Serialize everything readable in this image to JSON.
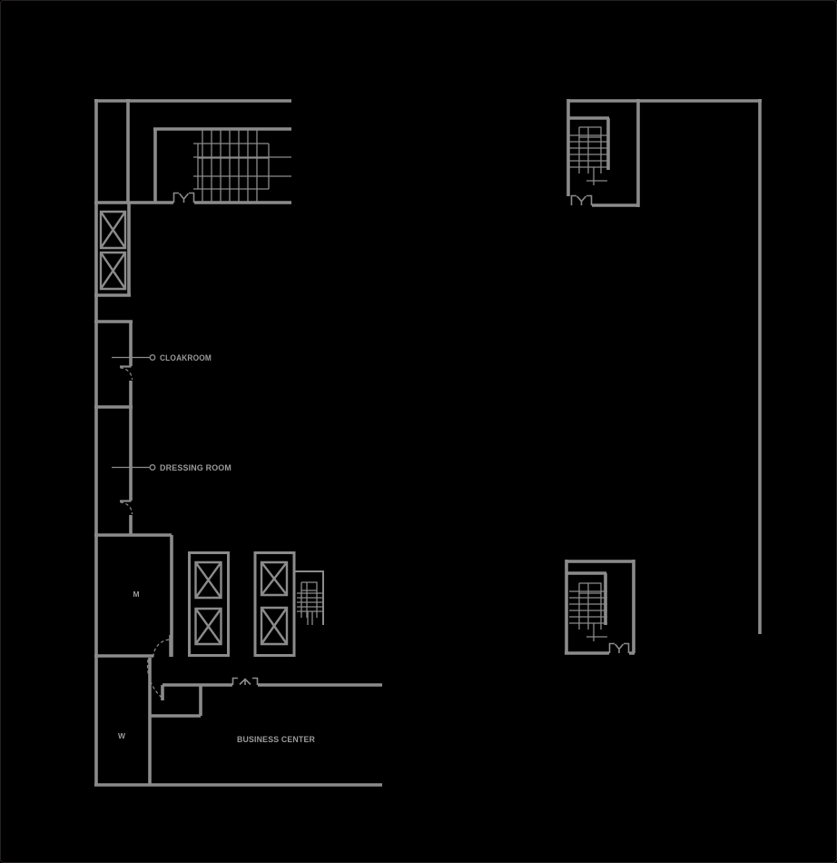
{
  "colors": {
    "background": "#000000",
    "wall": "#8b8b8b",
    "label": "#9a9a9a",
    "frame": "#262220"
  },
  "plan": {
    "labels": {
      "cloakroom": "CLOAKROOM",
      "dressing_room": "DRESSING ROOM",
      "mens_room": "M",
      "womens_room": "W",
      "business_center": "BUSINESS CENTER"
    },
    "icons": {
      "elevator_icon": "crossed-box",
      "stair_icon": "tread-grid",
      "door_swing_icon": "y-swing-symbol",
      "door_arc_icon": "dashed-quarter-arc",
      "leader_dot_icon": "small-circle"
    }
  }
}
